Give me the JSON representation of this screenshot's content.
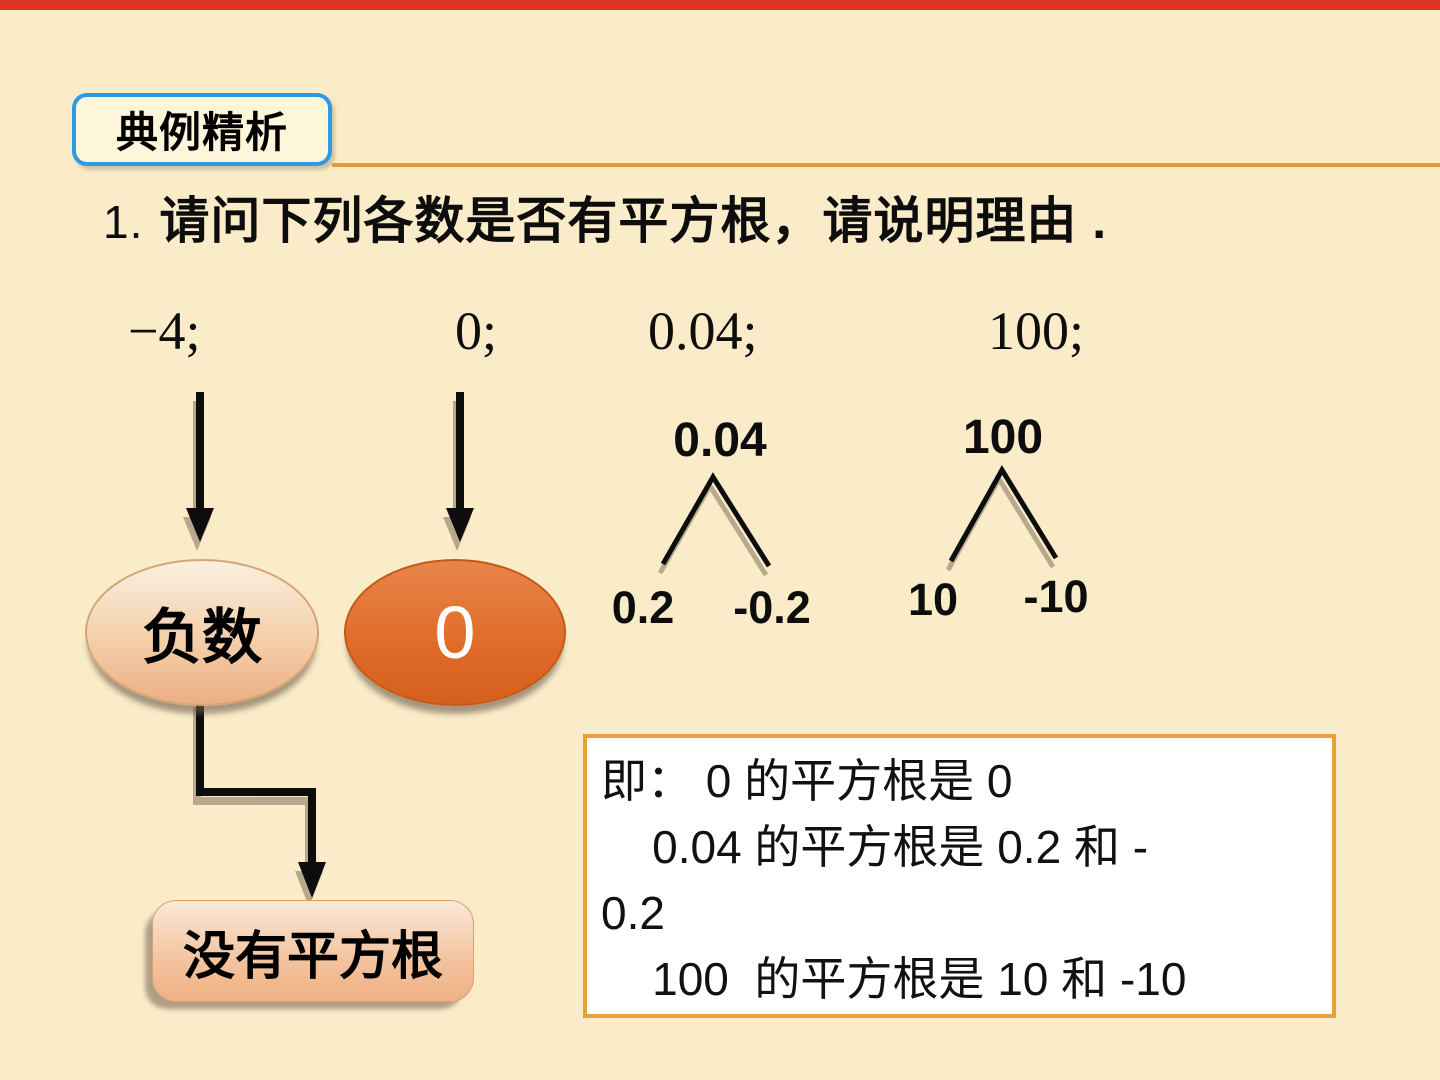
{
  "slide": {
    "title_badge": "典例精析",
    "question_number": "1.",
    "question_text": "请问下列各数是否有平方根，请说明理由 .",
    "numbers_row": [
      "−4;",
      "0;",
      "0.04;",
      "100;"
    ]
  },
  "flow": {
    "negative_node": "负数",
    "zero_node": "0",
    "no_sqrt_node": "没有平方根"
  },
  "trees": [
    {
      "root": "0.04",
      "left_leaf": "0.2",
      "right_leaf": "-0.2"
    },
    {
      "root": "100",
      "left_leaf": "10",
      "right_leaf": "-10"
    }
  ],
  "answer_box": {
    "lines": [
      "即： 0 的平方根是 0",
      "    0.04 的平方根是 0.2 和 -",
      "0.2",
      "    100  的平方根是 10 和 -10"
    ]
  },
  "colors": {
    "background": "#FAECC9",
    "top_bar": "#DF3222",
    "badge_border": "#2D9BE3",
    "badge_fill": "#FDF6DA",
    "divider": "#DC9B3F",
    "answer_border": "#E6A13E",
    "negative_ellipse": "#ECAF82",
    "zero_ellipse": "#DE6A26"
  }
}
